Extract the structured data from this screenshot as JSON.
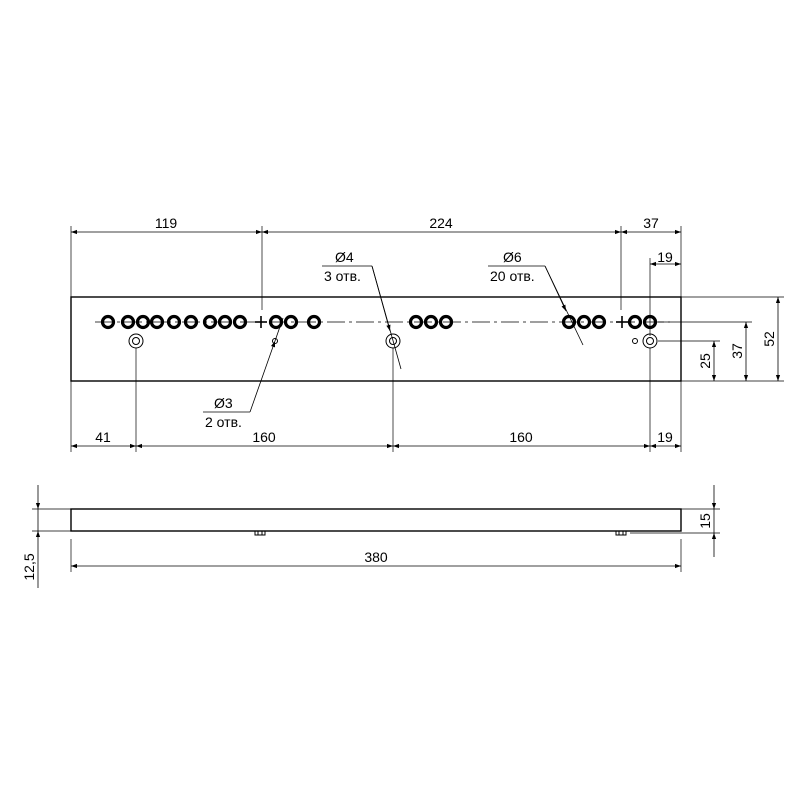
{
  "dimensions": {
    "d119": "119",
    "d224": "224",
    "d37": "37",
    "d19_top": "19",
    "d52": "52",
    "d37_right": "37",
    "d25": "25",
    "d41": "41",
    "d160_left": "160",
    "d160_right": "160",
    "d19_bottom": "19",
    "d380": "380",
    "d15": "15",
    "d12_5": "12,5"
  },
  "callouts": {
    "hole4": {
      "diameter": "Ø4",
      "count": "3 отв."
    },
    "hole6": {
      "diameter": "Ø6",
      "count": "20 отв."
    },
    "hole3": {
      "diameter": "Ø3",
      "count": "2 отв."
    }
  }
}
